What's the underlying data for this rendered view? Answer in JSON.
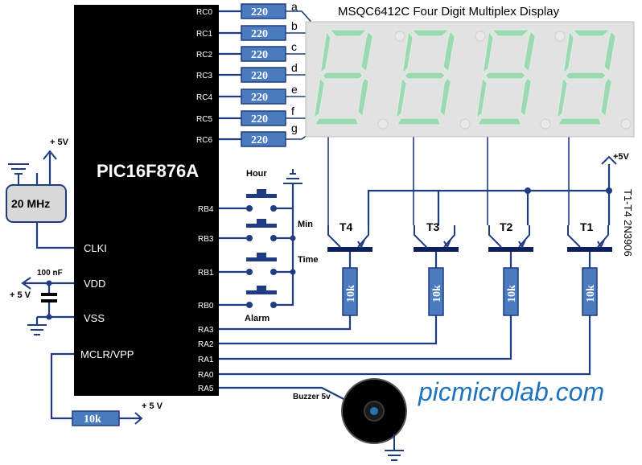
{
  "mcu": {
    "name": "PIC16F876A",
    "pins_right_top": [
      "RC0",
      "RC1",
      "RC2",
      "RC3",
      "RC4",
      "RC5",
      "RC6"
    ],
    "pins_right_buttons": [
      "RB4",
      "RB3",
      "RB1",
      "RB0"
    ],
    "pins_right_bottom": [
      "RA3",
      "RA2",
      "RA1",
      "RA0",
      "RA5"
    ],
    "pins_left": [
      "CLKI",
      "VDD",
      "VSS",
      "MCLR/VPP"
    ]
  },
  "segment_resistors": {
    "value": "220",
    "segments": [
      "a",
      "b",
      "c",
      "d",
      "e",
      "f",
      "g"
    ]
  },
  "display": {
    "title": "MSQC6412C Four Digit Multiplex Display",
    "digit_count": 4,
    "segment_color": "#9ed8b3"
  },
  "crystal": {
    "label": "20 MHz",
    "supply": "+ 5V"
  },
  "decoupling": {
    "cap_label": "100 nF",
    "supply": "+ 5 V"
  },
  "mclr": {
    "resistor": "10k",
    "supply": "+ 5 V"
  },
  "buttons": [
    "Hour",
    "Min",
    "Time",
    "Alarm"
  ],
  "transistors": {
    "labels": [
      "T4",
      "T3",
      "T2",
      "T1"
    ],
    "base_resistor": "10k",
    "supply": "+5V",
    "note": "T1-T4 2N3906"
  },
  "buzzer": {
    "label": "Buzzer 5v"
  },
  "watermark": "picmicrolab.com",
  "colors": {
    "wire": "#1f3b82",
    "resistor_fill": "#4a7bbf",
    "crystal_fill": "#d8d8d8",
    "watermark": "#1e73be"
  }
}
